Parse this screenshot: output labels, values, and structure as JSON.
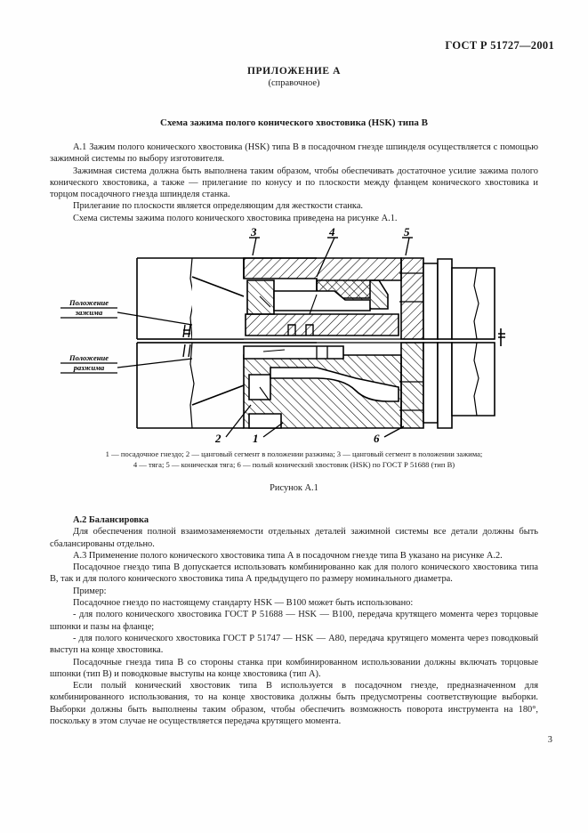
{
  "document": {
    "standard_header": "ГОСТ Р 51727—2001",
    "annex_title": "ПРИЛОЖЕНИЕ А",
    "annex_subtitle": "(справочное)",
    "section_title": "Схема зажима полого конического хвостовика (HSK) типа В",
    "page_number": "3"
  },
  "paragraphs_before_figure": [
    "А.1 Зажим полого конического хвостовика (HSK) типа В в посадочном гнезде шпинделя осуществляется с помощью зажимной системы по выбору изготовителя.",
    "Зажимная система должна быть выполнена таким образом, чтобы обеспечивать достаточное усилие зажима полого конического хвостовика, а также — прилегание по конусу и по плоскости между фланцем конического хвостовика и торцом посадочного гнезда шпинделя станка.",
    "Прилегание по плоскости является определяющим для жесткости станка.",
    "Схема системы зажима полого конического хвостовика приведена на рисунке А.1."
  ],
  "figure": {
    "labels": {
      "clamped_position": "Положение\nзажима",
      "unclamped_position": "Положение\nразжима",
      "callout_1": "1",
      "callout_2": "2",
      "callout_3": "3",
      "callout_4": "4",
      "callout_5": "5",
      "callout_6": "6"
    },
    "caption_line_1": "1 — посадочное гнездо; 2 — цанговый сегмент в положении разжима; 3 — цанговый сегмент в положении зажима;",
    "caption_line_2": "4 — тяга; 5 — коническая тяга; 6 — полый конический хвостовик (HSK) по ГОСТ Р 51688 (тип В)",
    "figure_number": "Рисунок А.1"
  },
  "paragraphs_after_figure": {
    "balancing_heading": "А.2 Балансировка",
    "items": [
      "Для обеспечения полной взаимозаменяемости отдельных деталей зажимной системы все детали должны быть сбалансированы отдельно.",
      "А.3 Применение полого конического хвостовика типа А в посадочном гнезде типа В указано на рисунке А.2.",
      "Посадочное гнездо типа В допускается использовать комбинированно как для полого конического хвостовика типа В, так и для полого конического хвостовика типа А предыдущего по размеру номинального диаметра.",
      "Пример:",
      "Посадочное гнездо по настоящему стандарту HSK — В100 может быть использовано:",
      "- для полого конического хвостовика ГОСТ Р 51688 — HSK — В100, передача крутящего момента через торцовые шпонки и пазы на фланце;",
      "- для полого конического хвостовика ГОСТ Р 51747 — HSK — А80, передача крутящего момента через поводковый выступ на конце хвостовика.",
      "Посадочные гнезда типа В со стороны станка при комбинированном использовании должны включать торцовые шпонки (тип В) и поводковые выступы на конце хвостовика (тип А).",
      "Если полый конический хвостовик типа В используется в посадочном гнезде, предназначенном для комбинированного использования, то на конце хвостовика должны быть предусмотрены соответствующие выборки. Выборки должны быть выполнены таким образом, чтобы обеспечить возможность поворота инструмента на 180°, поскольку в этом случае не осуществляется передача крутящего момента."
    ]
  },
  "colors": {
    "ink": "#1a1a1a",
    "paper": "#fefefe",
    "line": "#000000"
  }
}
